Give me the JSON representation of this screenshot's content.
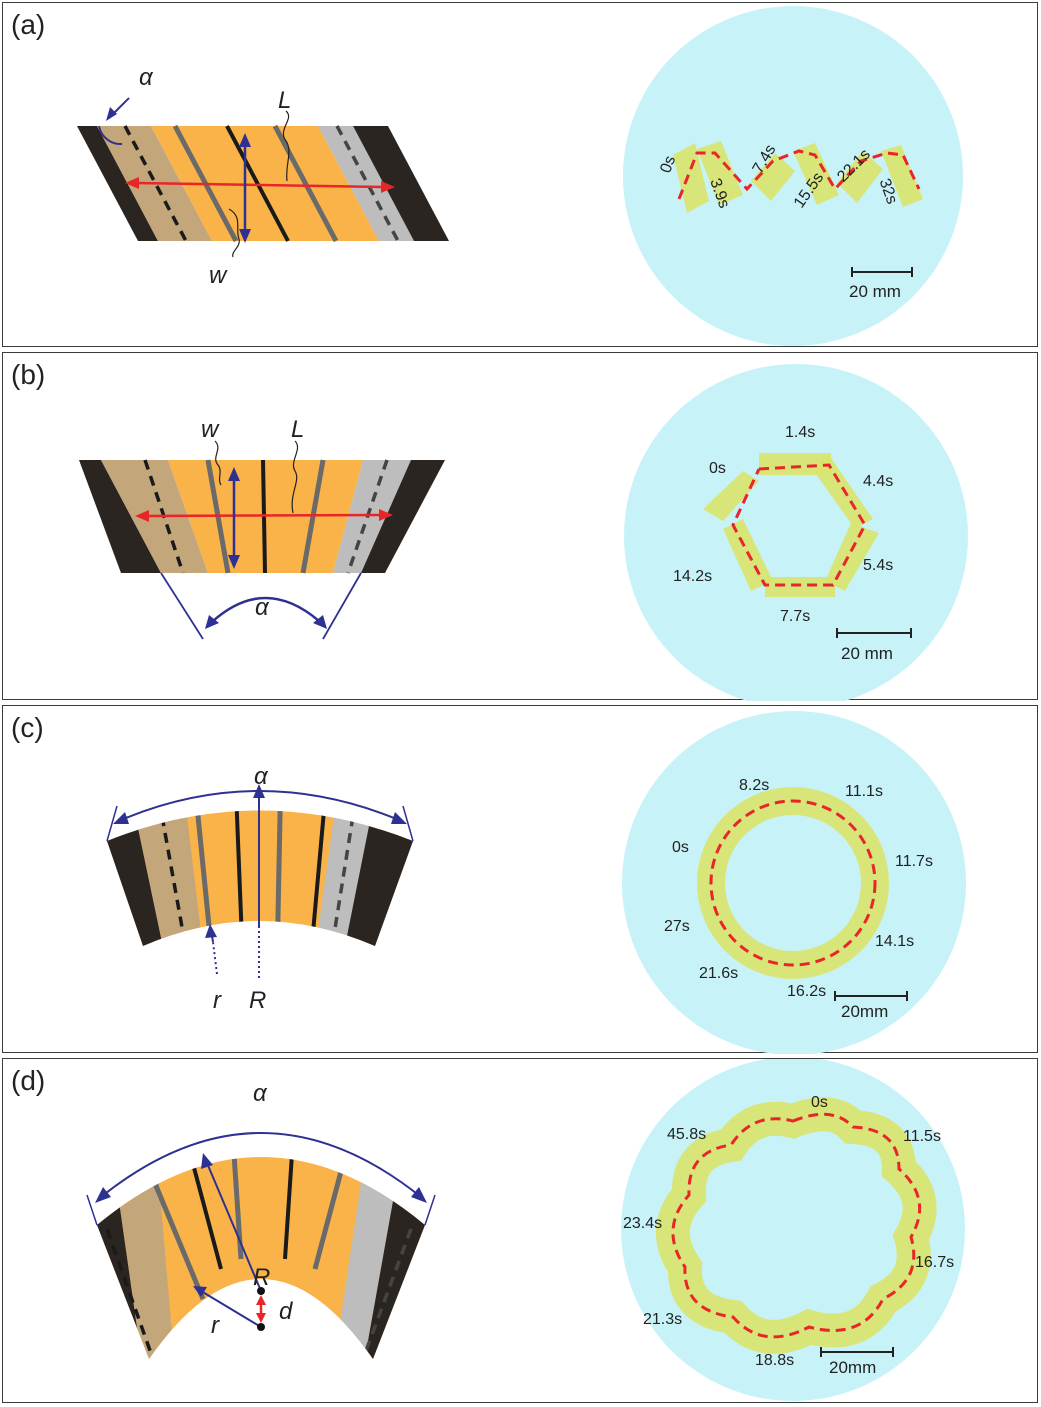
{
  "colors": {
    "dark": "#2b2522",
    "tan": "#c4a67b",
    "orange": "#f9b348",
    "gray_band": "#bdbdbd",
    "stripe_gray": "#6a6a6a",
    "stripe_black": "#1a1a1a",
    "arrow_red": "#e8262a",
    "arrow_blue": "#2e3192",
    "dish": "#c7f3f8",
    "sample": "#d9e46a",
    "path_red": "#e8262a"
  },
  "panels": [
    {
      "label": "(a)",
      "symbols": {
        "alpha": "α",
        "L": "L",
        "w": "w"
      },
      "times": [
        "0s",
        "3.9s",
        "7.4s",
        "15.5s",
        "22.1s",
        "32s"
      ],
      "scale_label": "20 mm"
    },
    {
      "label": "(b)",
      "symbols": {
        "alpha": "α",
        "L": "L",
        "w": "w"
      },
      "times": [
        "0s",
        "1.4s",
        "4.4s",
        "5.4s",
        "7.7s",
        "14.2s"
      ],
      "scale_label": "20 mm"
    },
    {
      "label": "(c)",
      "symbols": {
        "alpha": "α",
        "r": "r",
        "R": "R"
      },
      "times": [
        "8.2s",
        "11.1s",
        "0s",
        "11.7s",
        "27s",
        "14.1s",
        "21.6s",
        "16.2s"
      ],
      "scale_label": "20mm"
    },
    {
      "label": "(d)",
      "symbols": {
        "alpha": "α",
        "R": "R",
        "r": "r",
        "d": "d"
      },
      "times": [
        "0s",
        "45.8s",
        "11.5s",
        "23.4s",
        "16.7s",
        "21.3s",
        "18.8s"
      ],
      "scale_label": "20mm"
    }
  ]
}
